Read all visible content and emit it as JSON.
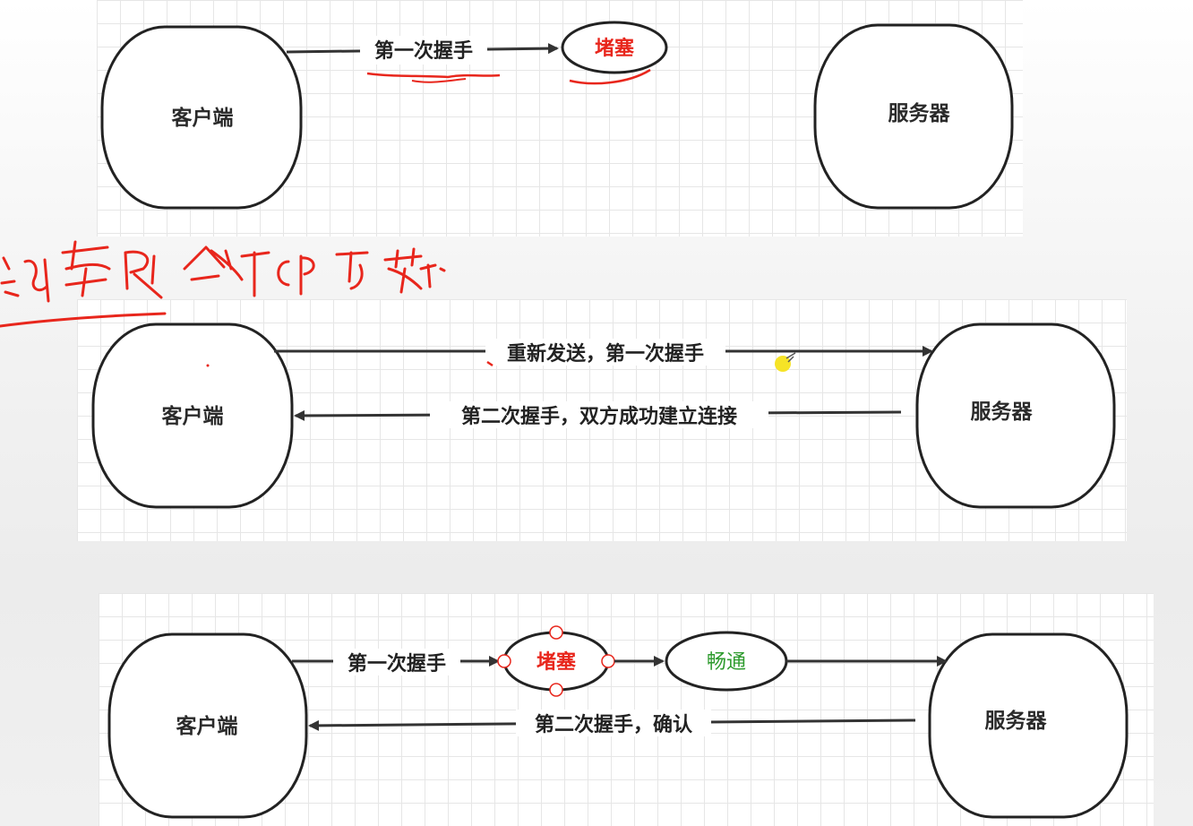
{
  "colors": {
    "edge": "#333333",
    "node_stroke": "#222222",
    "congestion": "#e8261c",
    "clear": "#2e9b2e",
    "annotation": "#e8261c",
    "cursor": "#f5e21a"
  },
  "diagrams": [
    {
      "client": "客户端",
      "server": "服务器",
      "edges": [
        "第一次握手"
      ],
      "blocked": "堵塞"
    },
    {
      "client": "客户端",
      "server": "服务器",
      "edges": [
        "重新发送，第一次握手",
        "第二次握手，双方成功建立连接"
      ]
    },
    {
      "client": "客户端",
      "server": "服务器",
      "edges": [
        "第一次握手",
        "第二次握手，确认"
      ],
      "blocked": "堵塞",
      "clear": "畅通"
    }
  ]
}
